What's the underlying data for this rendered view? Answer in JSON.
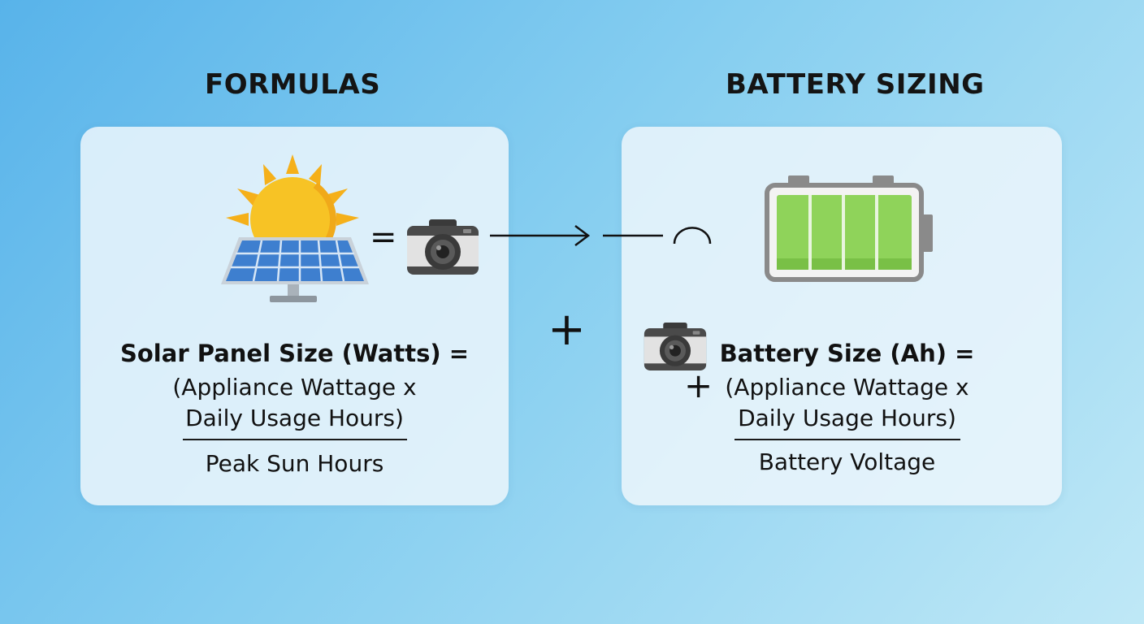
{
  "left": {
    "heading": "FORMULAS",
    "formula": {
      "title": "Solar Panel Size (Watts) =",
      "numerator_line1": "(Appliance Wattage x",
      "numerator_line2": "Daily Usage Hours)",
      "denominator": "Peak Sun Hours"
    }
  },
  "right": {
    "heading": "BATTERY SIZING",
    "formula": {
      "title": "Battery Size (Ah) =",
      "numerator_line1": "(Appliance Wattage x",
      "numerator_line2": "Daily Usage Hours)",
      "denominator": "Battery Voltage"
    }
  },
  "symbols": {
    "equals": "=",
    "plus": "+"
  },
  "icons": {
    "sun": "sun-icon",
    "solar_panel": "solar-panel-icon",
    "camera": "camera-icon",
    "battery": "battery-icon",
    "arrow": "arrow-right-icon"
  },
  "colors": {
    "sun": "#f7c325",
    "panel": "#3e7fcf",
    "battery_fill": "#8fd35a",
    "battery_case": "#8a8a8a",
    "camera_body": "#4a4a4a"
  }
}
